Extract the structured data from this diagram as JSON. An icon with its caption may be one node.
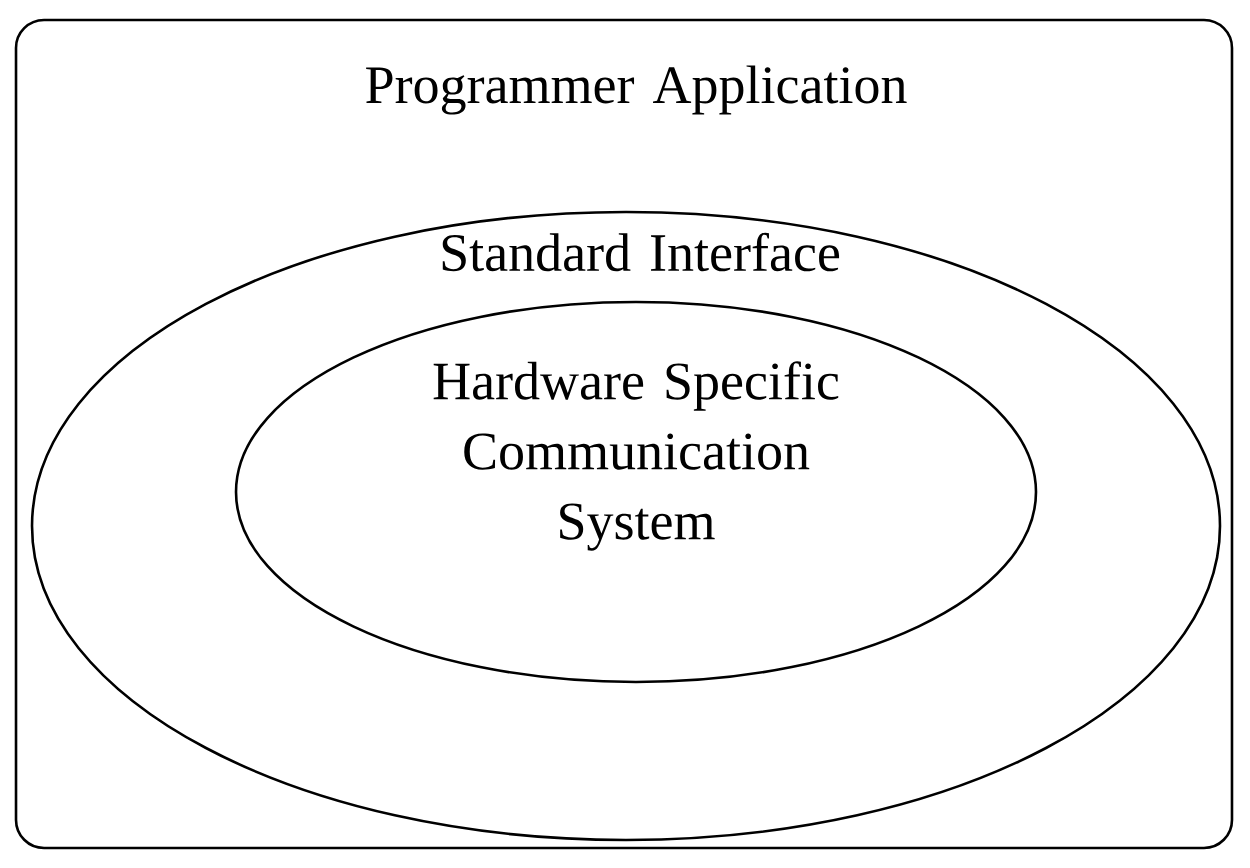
{
  "diagram": {
    "nodes": [
      {
        "text": [
          "Programmer Application"
        ]
      },
      {
        "text": [
          "Standard Interface"
        ],
        "in": 0
      },
      {
        "text": [
          "Hardware Specific Communication System"
        ],
        "in": 1
      }
    ]
  }
}
